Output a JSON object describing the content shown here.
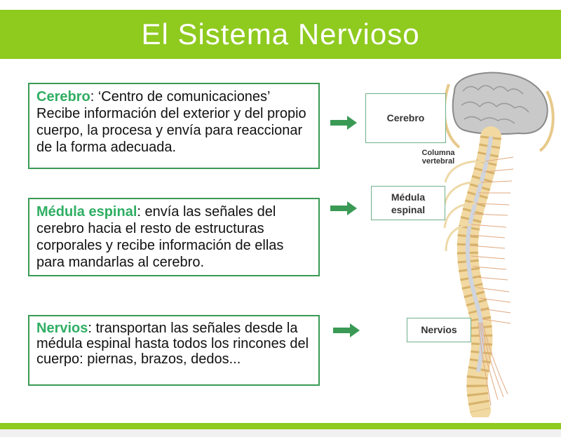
{
  "title": "El Sistema Nervioso",
  "boxes": [
    {
      "keyword": "Cerebro",
      "text": ": ‘Centro de comunicaciones’ Recibe información del exterior y del propio cuerpo, la procesa y envía para reaccionar de la forma adecuada."
    },
    {
      "keyword": "Médula espinal",
      "text": ": envía las señales del cerebro hacia el resto de estructuras corporales y recibe información de ellas para mandarlas al cerebro."
    },
    {
      "keyword": "Nervios",
      "text": ": transportan las señales desde la médula espinal hasta todos los rincones del cuerpo: piernas, brazos, dedos..."
    }
  ],
  "labels": {
    "cerebro": "Cerebro",
    "medula_line1": "Médula",
    "medula_line2": "espinal",
    "nervios": "Nervios",
    "columna_line1": "Columna",
    "columna_line2": "vertebral"
  },
  "colors": {
    "accent": "#8fca1f",
    "keyword": "#2fae63",
    "box_border": "#3a9a55",
    "arrow": "#3a9a55"
  }
}
